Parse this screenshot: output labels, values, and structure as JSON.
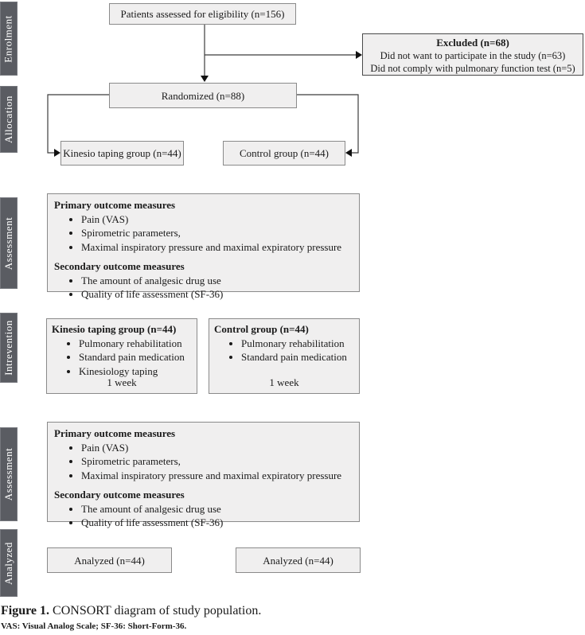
{
  "colors": {
    "sidebar_bg": "#5a5c62",
    "sidebar_text": "#ffffff",
    "box_bg": "#f0efef",
    "box_border": "#8a8a8a",
    "excluded_border": "#4a4a4a",
    "line": "#3c3c3c"
  },
  "sidebar": {
    "labels": [
      "Enrolment",
      "Allocation",
      "Assessment",
      "Intrevention",
      "Assessment",
      "Analyzed"
    ]
  },
  "flow": {
    "eligibility": "Patients assessed for eligibility (n=156)",
    "excluded": {
      "title": "Excluded (n=68)",
      "lines": [
        "Did not want to participate in the study (n=63)",
        "Did not comply with pulmonary function test (n=5)"
      ]
    },
    "randomized": "Randomized (n=88)",
    "allocation": {
      "left": "Kinesio taping group (n=44)",
      "right": "Control group (n=44)"
    },
    "assessment1": {
      "primary_title": "Primary outcome measures",
      "primary_items": [
        "Pain (VAS)",
        "Spirometric parameters,",
        "Maximal inspiratory pressure and maximal expiratory pressure"
      ],
      "secondary_title": "Secondary outcome measures",
      "secondary_items": [
        "The amount of analgesic drug use",
        "Quality of life assessment (SF-36)"
      ]
    },
    "intervention": {
      "left": {
        "title": "Kinesio taping group (n=44)",
        "items": [
          "Pulmonary rehabilitation",
          "Standard pain medication",
          "Kinesiology taping"
        ],
        "duration": "1 week"
      },
      "right": {
        "title": "Control group (n=44)",
        "items": [
          "Pulmonary rehabilitation",
          "Standard pain medication"
        ],
        "duration": "1 week"
      }
    },
    "assessment2": {
      "primary_title": "Primary outcome measures",
      "primary_items": [
        "Pain (VAS)",
        "Spirometric parameters,",
        "Maximal inspiratory pressure and maximal expiratory pressure"
      ],
      "secondary_title": "Secondary outcome measures",
      "secondary_items": [
        "The amount of analgesic drug use",
        "Quality of life assessment (SF-36)"
      ]
    },
    "analyzed": {
      "left": "Analyzed (n=44)",
      "right": "Analyzed (n=44)"
    }
  },
  "caption": {
    "label": "Figure 1.",
    "text": " CONSORT diagram of study population.",
    "footnote": "VAS: Visual Analog Scale; SF-36: Short-Form-36."
  }
}
